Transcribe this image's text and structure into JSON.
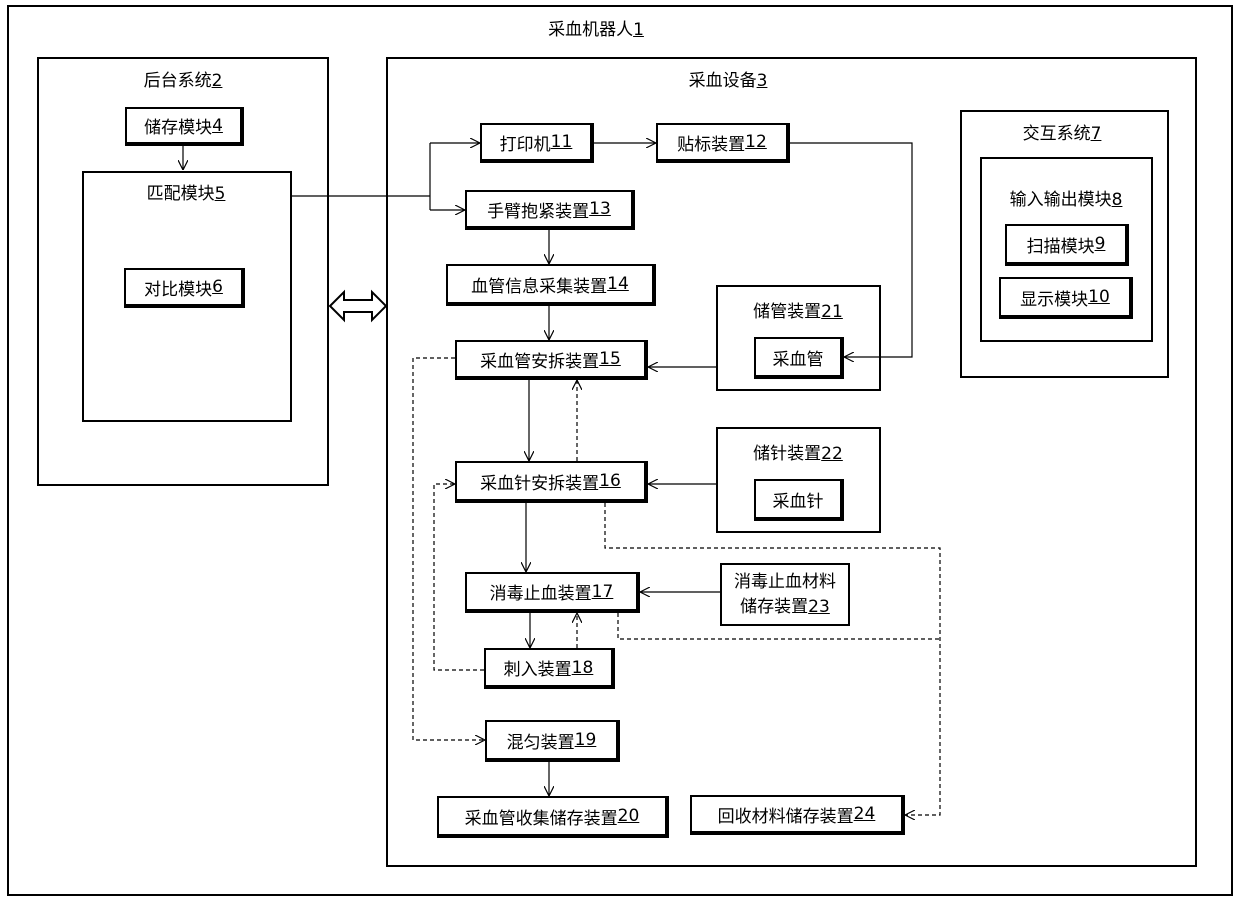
{
  "robot": {
    "label": "采血机器人",
    "num": "1"
  },
  "backend": {
    "label": "后台系统",
    "num": "2"
  },
  "storage_module": {
    "label": "储存模块",
    "num": "4"
  },
  "matching_module": {
    "label": "匹配模块",
    "num": "5"
  },
  "compare_module": {
    "label": "对比模块",
    "num": "6"
  },
  "equipment": {
    "label": "采血设备",
    "num": "3"
  },
  "interaction": {
    "label": "交互系统",
    "num": "7"
  },
  "io_module": {
    "label": "输入输出模块",
    "num": "8"
  },
  "scan_module": {
    "label": "扫描模块",
    "num": "9"
  },
  "display_module": {
    "label": "显示模块",
    "num": "10"
  },
  "printer": {
    "label": "打印机",
    "num": "11"
  },
  "labeler": {
    "label": "贴标装置",
    "num": "12"
  },
  "arm_clamp": {
    "label": "手臂抱紧装置",
    "num": "13"
  },
  "vessel_info": {
    "label": "血管信息采集装置",
    "num": "14"
  },
  "tube_mount": {
    "label": "采血管安拆装置",
    "num": "15"
  },
  "needle_mount": {
    "label": "采血针安拆装置",
    "num": "16"
  },
  "disinfect": {
    "label": "消毒止血装置",
    "num": "17"
  },
  "puncture": {
    "label": "刺入装置",
    "num": "18"
  },
  "mixer": {
    "label": "混匀装置",
    "num": "19"
  },
  "tube_collect": {
    "label": "采血管收集储存装置",
    "num": "20"
  },
  "tube_store": {
    "label": "储管装置",
    "num": "21",
    "inner": "采血管"
  },
  "needle_store": {
    "label": "储针装置",
    "num": "22",
    "inner": "采血针"
  },
  "material_store": {
    "label1": "消毒止血材料",
    "label2": "储存装置",
    "num": "23"
  },
  "recycle_store": {
    "label": "回收材料储存装置",
    "num": "24"
  }
}
